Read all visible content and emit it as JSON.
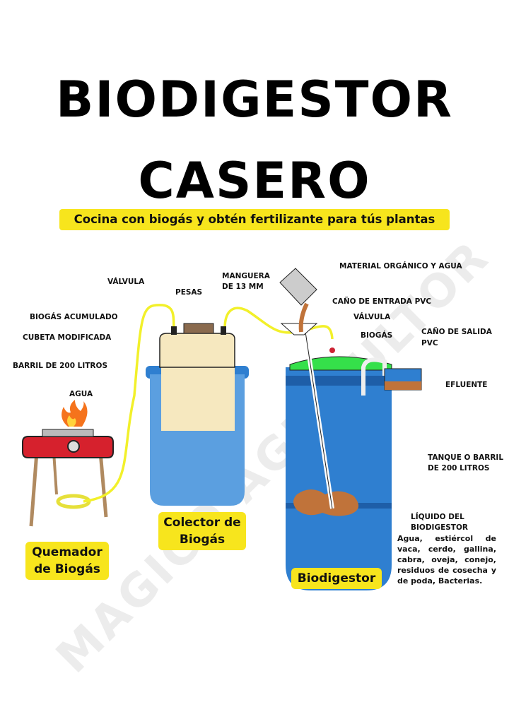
{
  "title": {
    "line1": "BIODIGESTOR",
    "line2": "CASERO"
  },
  "subtitle": "Cocina con biogás y obtén fertilizante para tús plantas",
  "labels": {
    "valvula_left": "VÁLVULA",
    "pesas": "PESAS",
    "manguera_1": "MANGUERA",
    "manguera_2": "DE 13 MM",
    "material": "MATERIAL ORGÁNICO Y AGUA",
    "cano_entrada": "CAÑO DE ENTRADA  PVC",
    "valvula_right": "VÁLVULA",
    "biogas": "BIOGÁS",
    "cano_salida_1": "CAÑO DE SALIDA",
    "cano_salida_2": "PVC",
    "efluente": "EFLUENTE",
    "biogas_acumulado": "BIOGÁS ACUMULADO",
    "cubeta": "CUBETA MODIFICADA",
    "barril": "BARRIL DE 200 LITROS",
    "agua": "AGUA",
    "tanque_1": "TANQUE O BARRIL",
    "tanque_2": "DE 200 LITROS",
    "liquido_1": "LÍQUIDO DEL",
    "liquido_2": "BIODIGESTOR",
    "liquido_desc": "Agua, estiércol de vaca, cerdo, gallina, cabra, oveja, conejo, residuos de cosecha y de poda, Bacterias."
  },
  "components": {
    "quemador_1": "Quemador",
    "quemador_2": "de Biogás",
    "colector_1": "Colector de",
    "colector_2": "Biogás",
    "biodigestor": "Biodigestor"
  },
  "watermark": "MAGICO AGRICULTOR",
  "colors": {
    "highlight": "#f7e51d",
    "barrel_blue": "#2f7fd0",
    "hose_yellow": "#f2f02a",
    "slurry": "#c0733a",
    "gas_green": "#35e04a"
  }
}
